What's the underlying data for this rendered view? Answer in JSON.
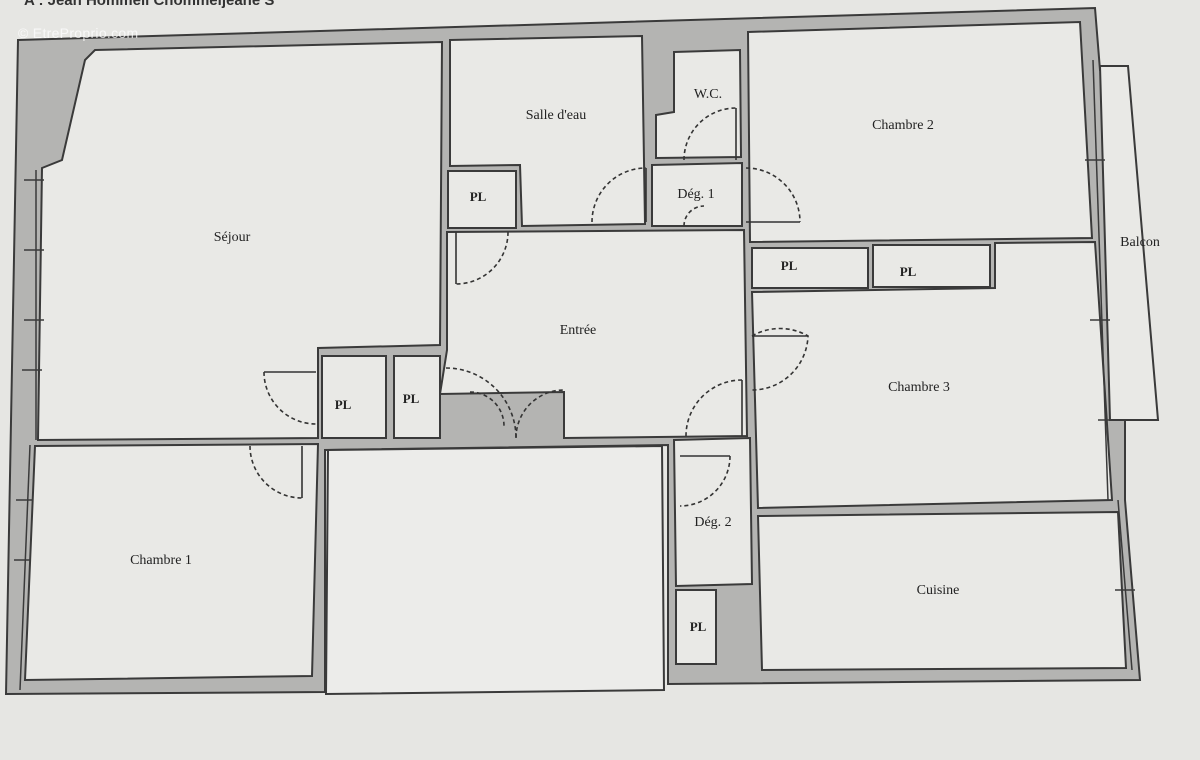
{
  "header": {
    "text": "A : Jean Hommell Chommeljeane S"
  },
  "watermark": "© EtreProprio.com",
  "colors": {
    "paper": "#e6e6e3",
    "wall": "#b4b4b2",
    "wall_edge": "#3a3a3a",
    "room_fill": "#e9e9e6"
  },
  "rooms": {
    "sejour": "Séjour",
    "salle_deau": "Salle d'eau",
    "wc": "W.C.",
    "chambre2": "Chambre 2",
    "deg1": "Dég. 1",
    "balcon": "Balcon",
    "entree": "Entrée",
    "chambre3": "Chambre 3",
    "chambre1": "Chambre 1",
    "deg2": "Dég. 2",
    "cuisine": "Cuisine"
  },
  "closets": {
    "label": "PL"
  }
}
